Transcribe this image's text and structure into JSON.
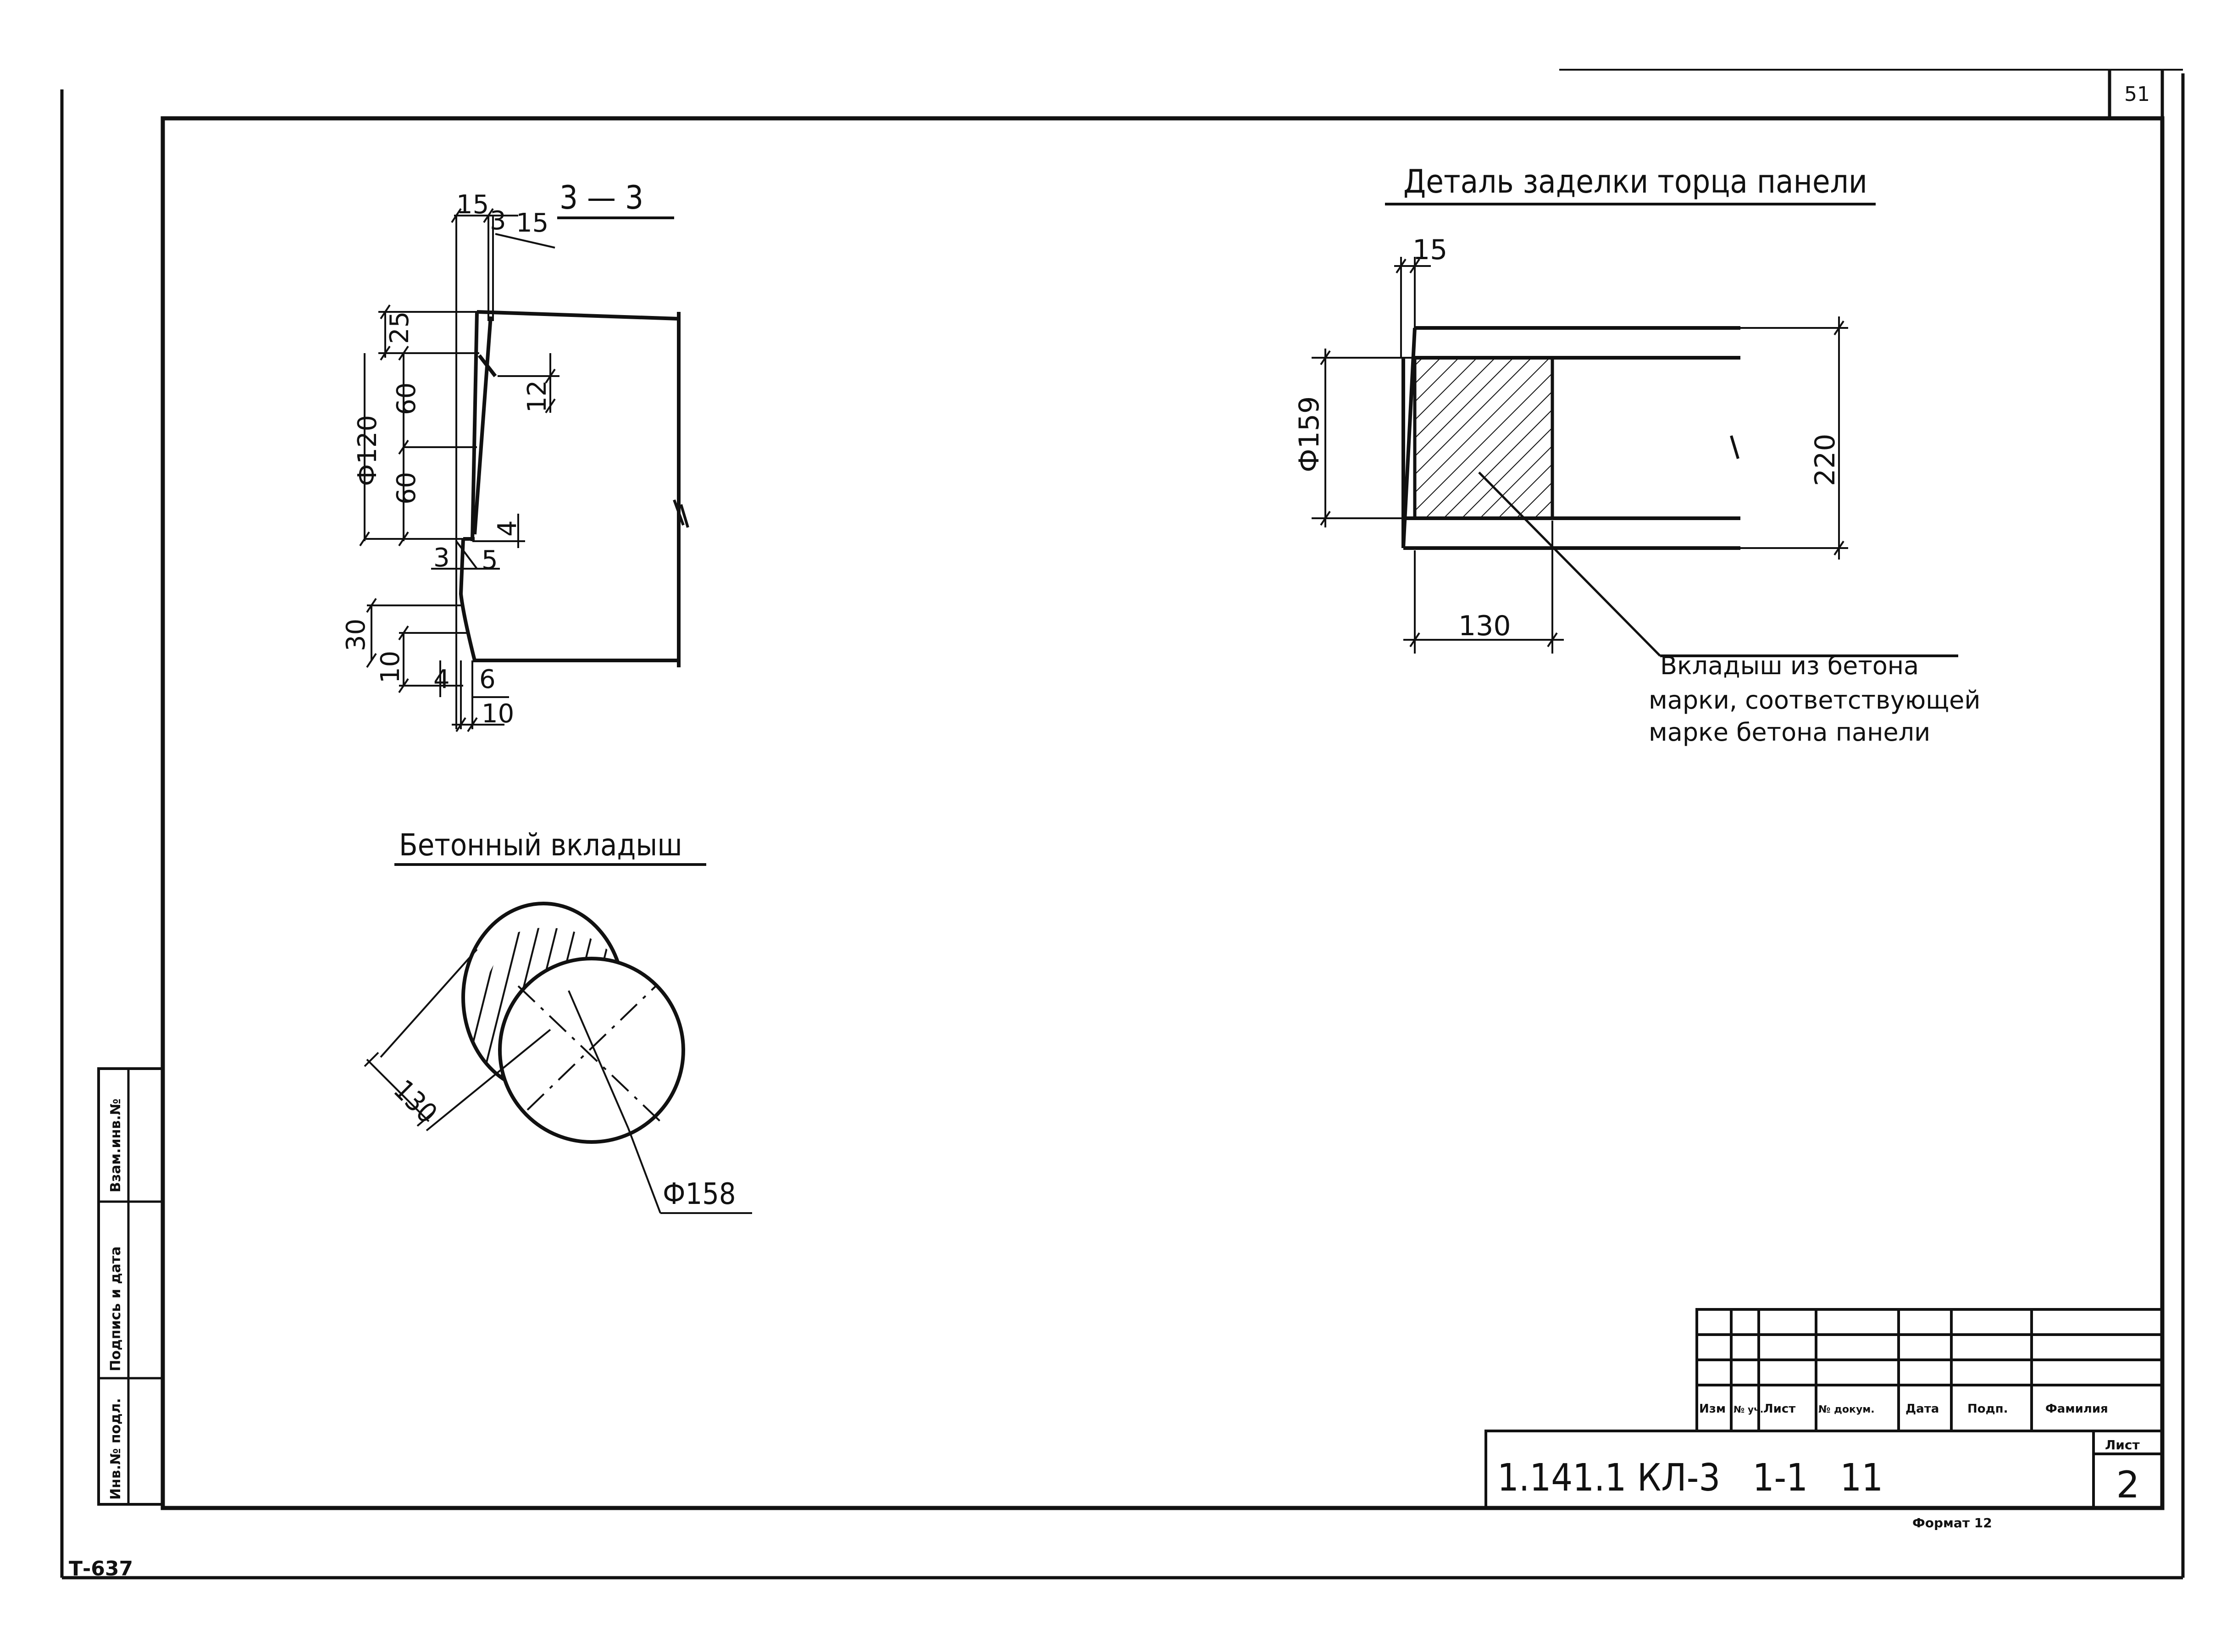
{
  "sheet": {
    "page_number": "51",
    "archive_code": "Т-637",
    "format_label": "Формат 12"
  },
  "side_stamp": {
    "inv_podl": "Инв.№ подл.",
    "podpis_data": "Подпись и дата",
    "vzam_inv": "Взам.инв.№"
  },
  "section_3_3": {
    "title": "3 — 3",
    "dims": {
      "top_15_left": "15",
      "top_3": "3",
      "top_15_right": "15",
      "d25": "25",
      "d60_top": "60",
      "phi120": "Ф120",
      "d60_bot": "60",
      "d12": "12",
      "d4_right": "4",
      "d3": "3",
      "d5": "5",
      "d30": "30",
      "d10_left": "10",
      "d4_bottom": "4",
      "d6": "6",
      "d10_bottom": "10"
    }
  },
  "detail": {
    "title": "Деталь заделки торца панели",
    "dims": {
      "d15": "15",
      "phi159": "Ф159",
      "d220": "220",
      "d130": "130"
    },
    "note": {
      "line1": "Вкладыш из бетона",
      "line2": "марки, соответствующей",
      "line3": "марке бетона панели"
    }
  },
  "insert": {
    "title": "Бетонный вкладыш",
    "dims": {
      "d130": "130",
      "phi158": "Ф158"
    }
  },
  "title_block": {
    "headers": [
      "Изм",
      "№ уч.",
      "Лист",
      "№ докум.",
      "Дата",
      "Подп.",
      "Фамилия"
    ],
    "designation": "1.141.1 КЛ-3   1-1   11",
    "sheet_label": "Лист",
    "sheet_number": "2"
  }
}
